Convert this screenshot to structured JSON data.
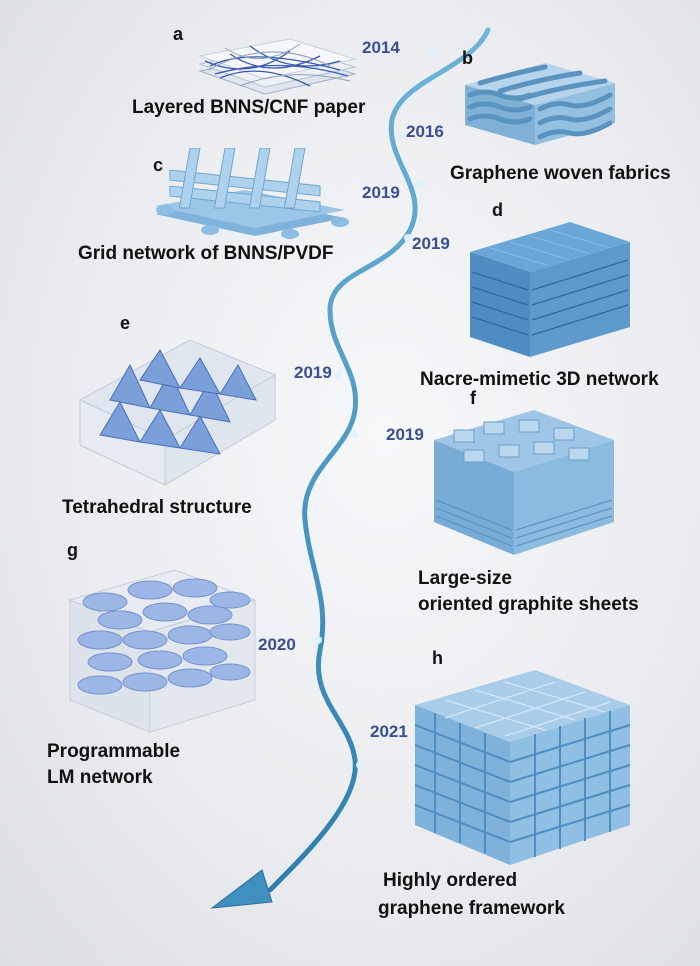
{
  "colors": {
    "material": "#8db8da",
    "material_dark": "#4f86b4",
    "material_light": "#b9d5ea",
    "timeline": "#3c8ebc",
    "year_text": "#3a4f93",
    "glass": "#e4e8ee"
  },
  "timeline_arrow": {
    "years": [
      "2014",
      "2016",
      "2019",
      "2019",
      "2019",
      "2019",
      "2020",
      "2021"
    ]
  },
  "panels": {
    "a": {
      "letter": "a",
      "caption": "Layered BNNS/CNF paper"
    },
    "b": {
      "letter": "b",
      "caption": "Graphene woven fabrics"
    },
    "c": {
      "letter": "c",
      "caption": "Grid network of BNNS/PVDF"
    },
    "d": {
      "letter": "d",
      "caption": "Nacre-mimetic 3D network"
    },
    "e": {
      "letter": "e",
      "caption": "Tetrahedral structure"
    },
    "f": {
      "letter": "f",
      "caption_lines": [
        "Large-size",
        "oriented graphite sheets"
      ]
    },
    "g": {
      "letter": "g",
      "caption_lines": [
        "Programmable",
        "LM network"
      ]
    },
    "h": {
      "letter": "h",
      "caption_lines": [
        "Highly ordered",
        "graphene framework"
      ]
    }
  }
}
